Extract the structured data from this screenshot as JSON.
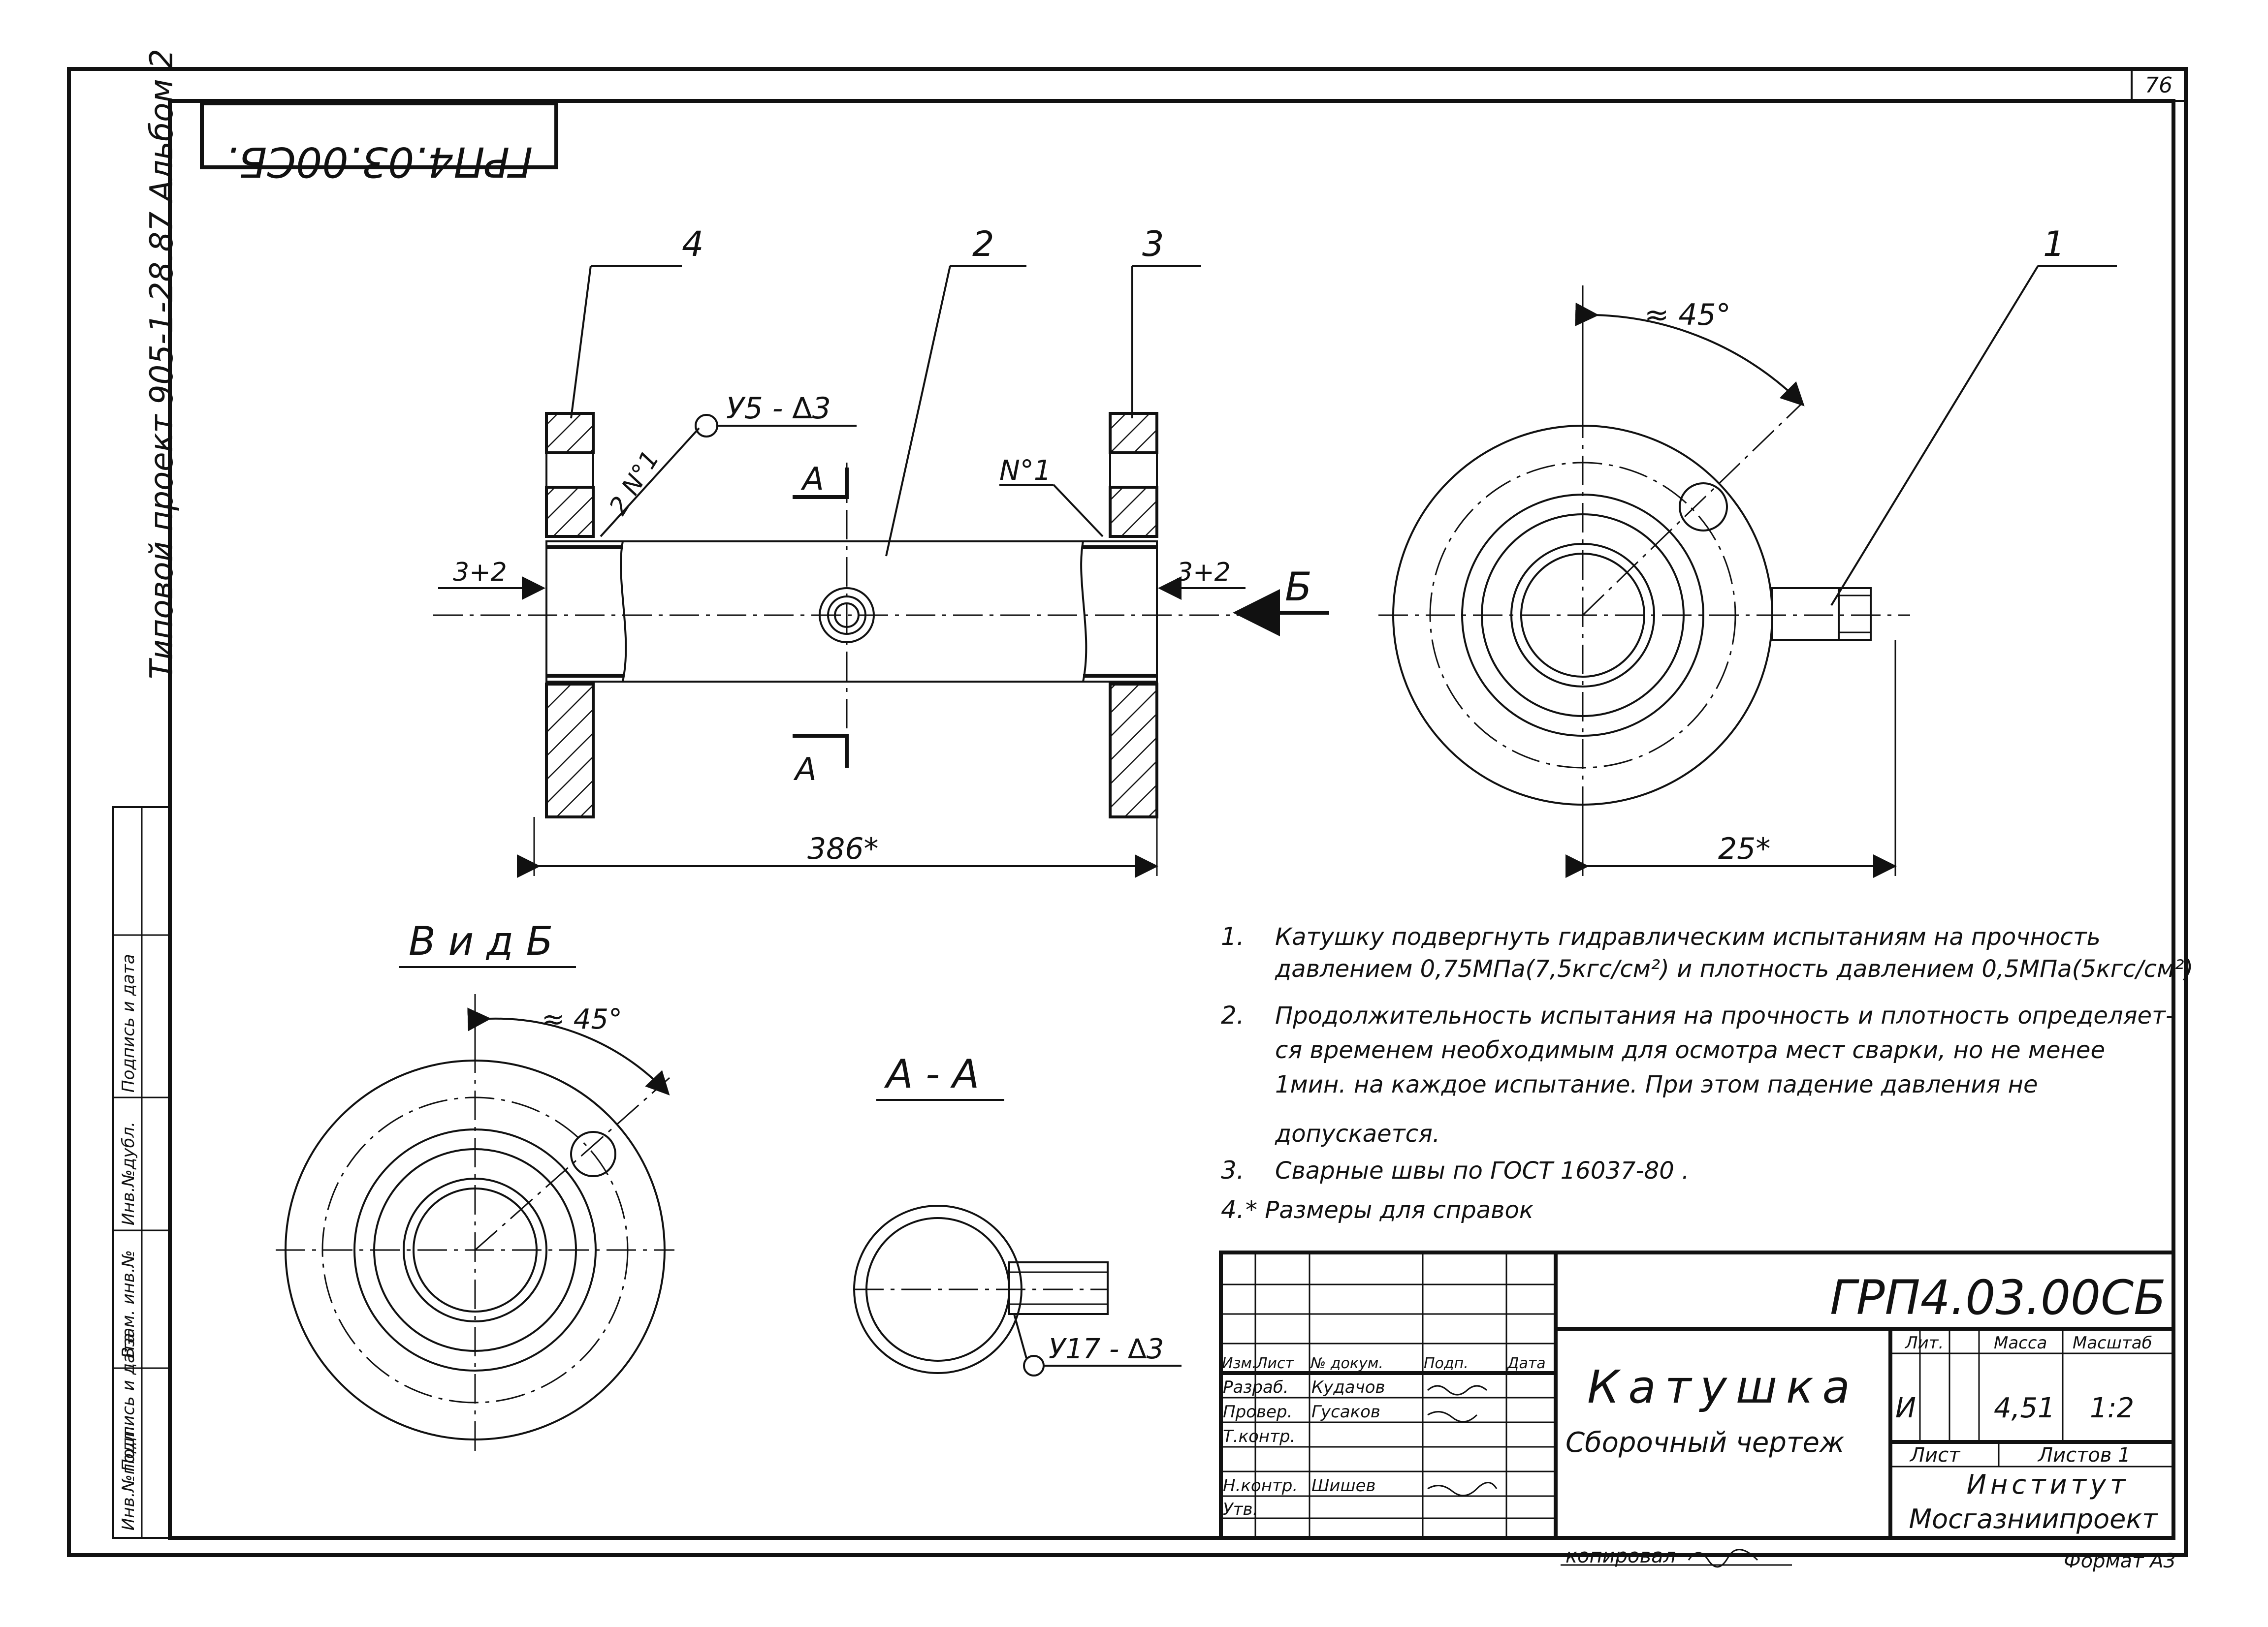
{
  "sheet": {
    "page_number": "76",
    "side_caption": "Типовой проект 905-1-28.87 Альбом 2",
    "stamp_code": "ГРП4.03.00СБ.",
    "copied_by": "копировал",
    "format": "Формат А3",
    "left_strip": [
      "Инв.№подл.",
      "Подпись и дата",
      "Взам. инв.№",
      "Инв.№дубл.",
      "Подпись и дата"
    ]
  },
  "main_view": {
    "callouts": [
      "4",
      "2",
      "3",
      "1"
    ],
    "weld_top": "У5 - ∆3",
    "weld_n1_left": "2 N°1",
    "weld_n1_right": "N°1",
    "gap_left": "3+2",
    "gap_right": "3+2",
    "section_mark_top": "А",
    "section_mark_bottom": "А",
    "arrow_b": "Б",
    "length_dim": "386*",
    "angle_dim": "≈ 45°",
    "nozzle_dim": "25*"
  },
  "view_b": {
    "title": "В и д  Б",
    "angle": "≈ 45°"
  },
  "section_aa": {
    "title": "А - А",
    "weld": "У17 - ∆3"
  },
  "notes": [
    {
      "num": "1.",
      "lines": [
        "Катушку подвергнуть гидравлическим испытаниям на прочность",
        "давлением 0,75МПа(7,5кгс/см²) и плотность давлением 0,5МПа(5кгс/см²)"
      ]
    },
    {
      "num": "2.",
      "lines": [
        "Продолжительность испытания на прочность и плотность определяет-",
        "ся временем необходимым для осмотра мест сварки, но не менее",
        "1мин. на каждое испытание. При этом падение давления не",
        "допускается."
      ]
    },
    {
      "num": "3.",
      "lines": [
        "Сварные швы по ГОСТ 16037-80 ."
      ]
    },
    {
      "num": "4.",
      "lines": [
        "* Размеры для справок"
      ]
    }
  ],
  "title_block": {
    "doc_code": "ГРП4.03.00СБ",
    "name": "Катушка",
    "subname": "Сборочный чертеж",
    "col_headers": [
      "Изм.",
      "Лист",
      "№ докум.",
      "Подп.",
      "Дата"
    ],
    "roles": [
      "Разраб.",
      "Провер.",
      "Т.контр.",
      "Н.контр.",
      "Утв."
    ],
    "people": [
      "Кудачов",
      "Гусаков",
      "",
      "Шишев"
    ],
    "lit_label": "Лит.",
    "mass_label": "Масса",
    "scale_label": "Масштаб",
    "lit_value": "И",
    "mass_value": "4,51",
    "scale_value": "1:2",
    "sheet_label": "Лист",
    "sheets_label": "Листов 1",
    "org_line1": "Институт",
    "org_line2": "Мосгазниипроект"
  }
}
